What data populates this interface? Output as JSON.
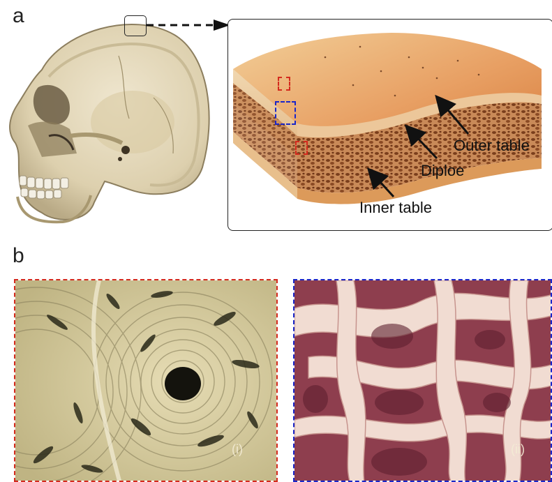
{
  "panel_a": {
    "letter": "a",
    "labels": {
      "outer_table": "Outer table",
      "diploe": "Diploe",
      "inner_table": "Inner table"
    }
  },
  "panel_b": {
    "letter": "b",
    "left_image_label": "(i)",
    "right_image_label": "(ii)"
  },
  "colors": {
    "red_dash": "#d42a1e",
    "blue_dash": "#1a26c9",
    "bone_cream": "#e8dcc0",
    "bone_orange": "#e08a4a",
    "trabecular_pink": "#c06c7a"
  }
}
